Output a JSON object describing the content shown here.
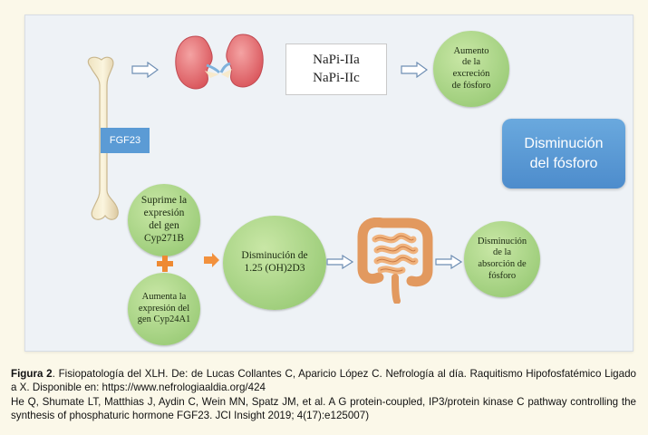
{
  "figure": {
    "napi_box": {
      "line1": "NaPi-IIa",
      "line2": "NaPi-IIc"
    },
    "fgf23_label": "FGF23",
    "result_box": {
      "line1": "Disminución",
      "line2": "del fósforo"
    },
    "circle_excretion": {
      "line1": "Aumento",
      "line2": "de la",
      "line3": "excreción",
      "line4": "de fósforo"
    },
    "circle_suppress": {
      "line1": "Suprime la",
      "line2": "expresión",
      "line3": "del gen",
      "line4": "Cyp271B"
    },
    "circle_increase": {
      "line1": "Aumenta la",
      "line2": "expresión del",
      "line3": "gen Cyp24A1"
    },
    "circle_vitd": {
      "line1": "Disminución de",
      "line2": "1.25 (OH)2D3"
    },
    "circle_absorption": {
      "line1": "Disminución",
      "line2": "de la",
      "line3": "absorción de",
      "line4": "fósforo"
    },
    "icons": [
      "bone-icon",
      "kidney-icon",
      "intestine-icon",
      "plus-icon",
      "arrow-icon"
    ],
    "colors": {
      "circle_green": "#a9d486",
      "label_blue": "#5b9bd5",
      "arrow_orange": "#f2913d",
      "plus_orange": "#ee8a33"
    }
  },
  "caption": {
    "label": "Figura 2",
    "text1": ". Fisiopatología del XLH. De: de Lucas Collantes C, Aparicio López C. Nefrología al día. Raquitismo Hipofosfatémico Ligado a X. Disponible en: https://www.nefrologiaaldia.org/424",
    "text2": "He Q, Shumate LT, Matthias J, Aydin C, Wein MN, Spatz JM, et al. A G protein-coupled, IP3/protein kinase C pathway controlling the synthesis of phosphaturic hormone FGF23. JCI Insight 2019; 4(17):e125007)"
  }
}
